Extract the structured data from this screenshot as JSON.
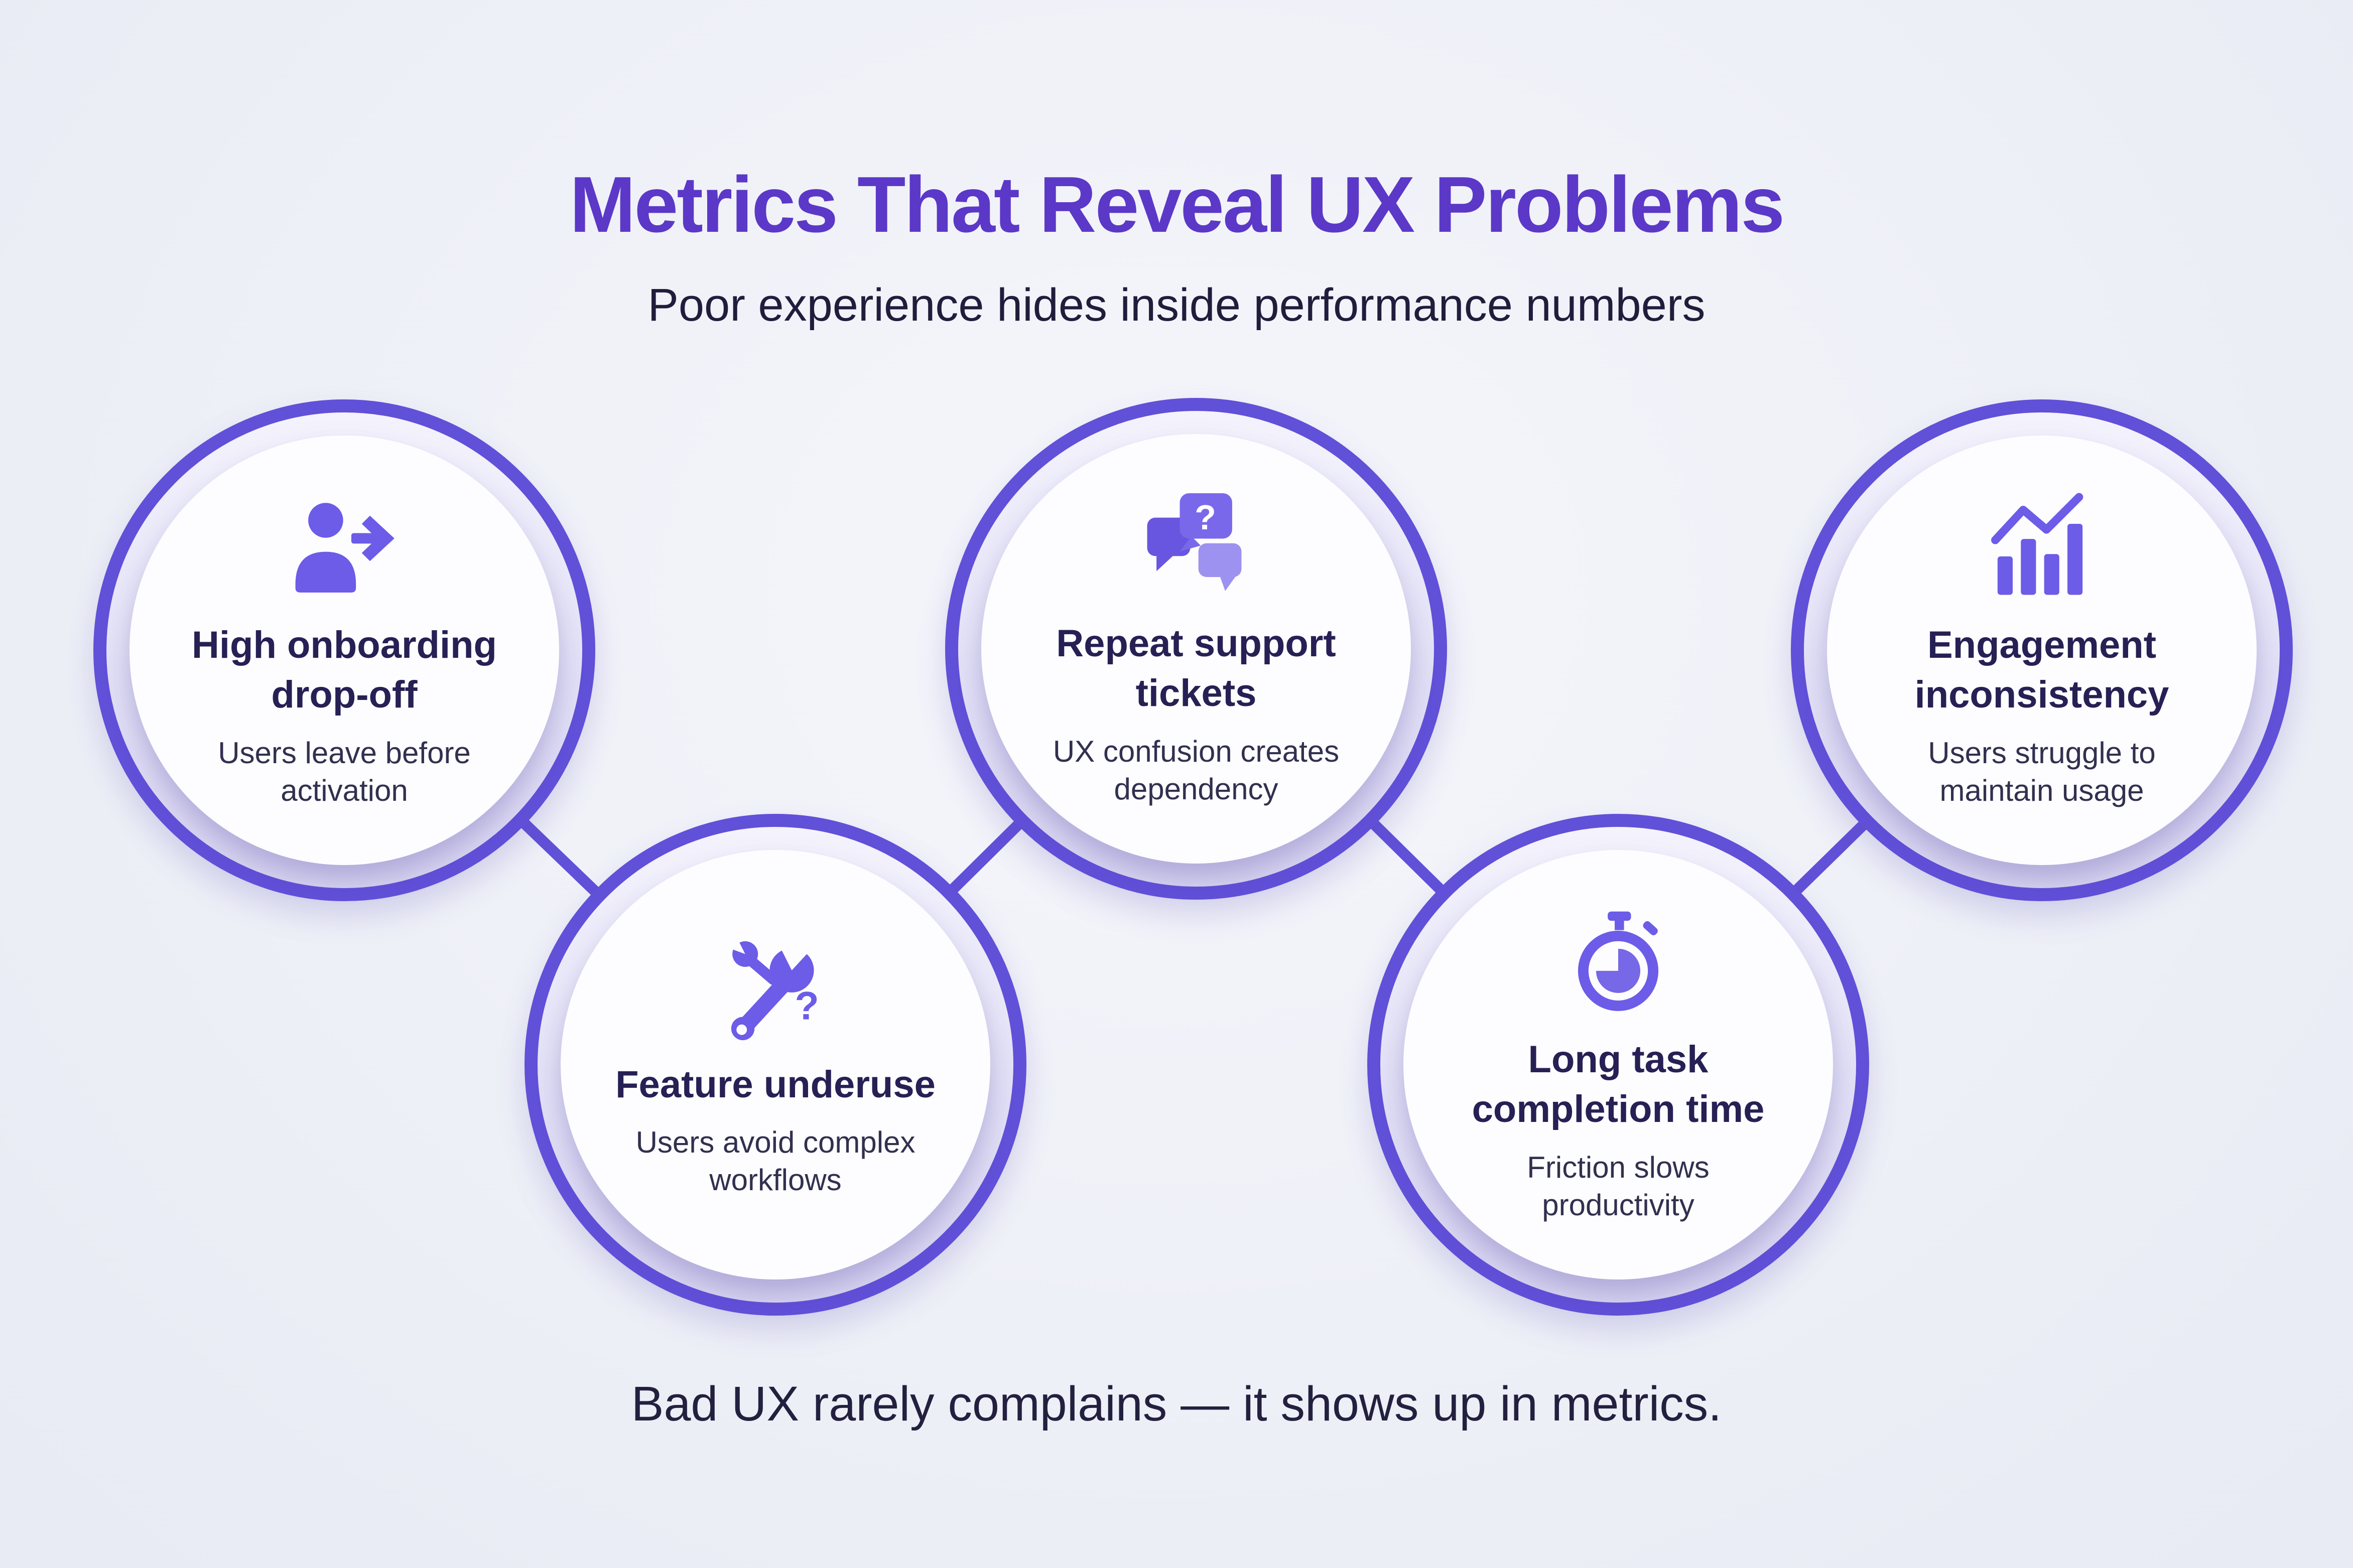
{
  "page": {
    "title": "Metrics That Reveal UX Problems",
    "subtitle": "Poor experience hides inside performance numbers",
    "footer": "Bad UX rarely complains — it shows up in metrics.",
    "colors": {
      "background": "#eef0f7",
      "title_accent": "#5b38c7",
      "subtitle_text": "#201d3c",
      "ring_stroke": "#6150d8",
      "connector": "#6150d8",
      "icon_purple": "#6c5ce7",
      "icon_purple_light": "#9d92f0",
      "node_title_text": "#262054",
      "node_desc_text": "#31304f",
      "disc_fill": "#fdfdff"
    }
  },
  "nodes": [
    {
      "icon": "user-leave-icon",
      "title": "High onboarding drop-off",
      "description": "Users leave before activation"
    },
    {
      "icon": "wrench-question-icon",
      "title": "Feature underuse",
      "description": "Users avoid complex workflows"
    },
    {
      "icon": "chat-question-icon",
      "title": "Repeat support tickets",
      "description": "UX confusion creates dependency"
    },
    {
      "icon": "stopwatch-icon",
      "title": "Long task completion time",
      "description": "Friction slows productivity"
    },
    {
      "icon": "bar-chart-trend-icon",
      "title": "Engagement inconsistency",
      "description": "Users struggle to maintain usage"
    }
  ],
  "connections": [
    {
      "from": 1,
      "to": 2
    },
    {
      "from": 2,
      "to": 3
    },
    {
      "from": 3,
      "to": 4
    },
    {
      "from": 4,
      "to": 5
    }
  ]
}
